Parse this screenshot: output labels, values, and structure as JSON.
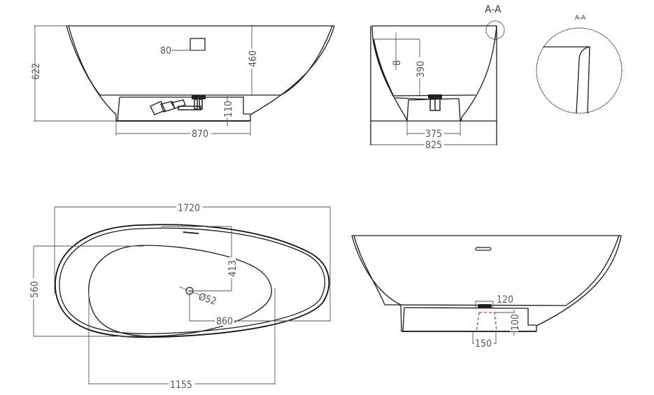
{
  "drawing": {
    "subject": "Freestanding bathtub technical drawing",
    "line_color": "#1a1a1a",
    "dimension_color": "#555555",
    "accent_color": "#d9343a"
  },
  "front_view": {
    "height_total": "622",
    "overflow_width": "80",
    "overflow_height": "460",
    "base_height": "110",
    "base_width": "870"
  },
  "side_view": {
    "section_marker": "A-A",
    "rim_thickness": "8",
    "inner_depth": "390",
    "base_width": "375",
    "total_width": "825"
  },
  "detail_view": {
    "title": "A-A"
  },
  "top_view": {
    "total_length": "1720",
    "total_width": "560",
    "drain_offset_y": "413",
    "drain_diameter": "Ø52",
    "drain_offset_x": "860",
    "base_length": "1155"
  },
  "rear_view": {
    "drain_width": "120",
    "drain_clearance": "100",
    "drain_access_width": "150"
  }
}
